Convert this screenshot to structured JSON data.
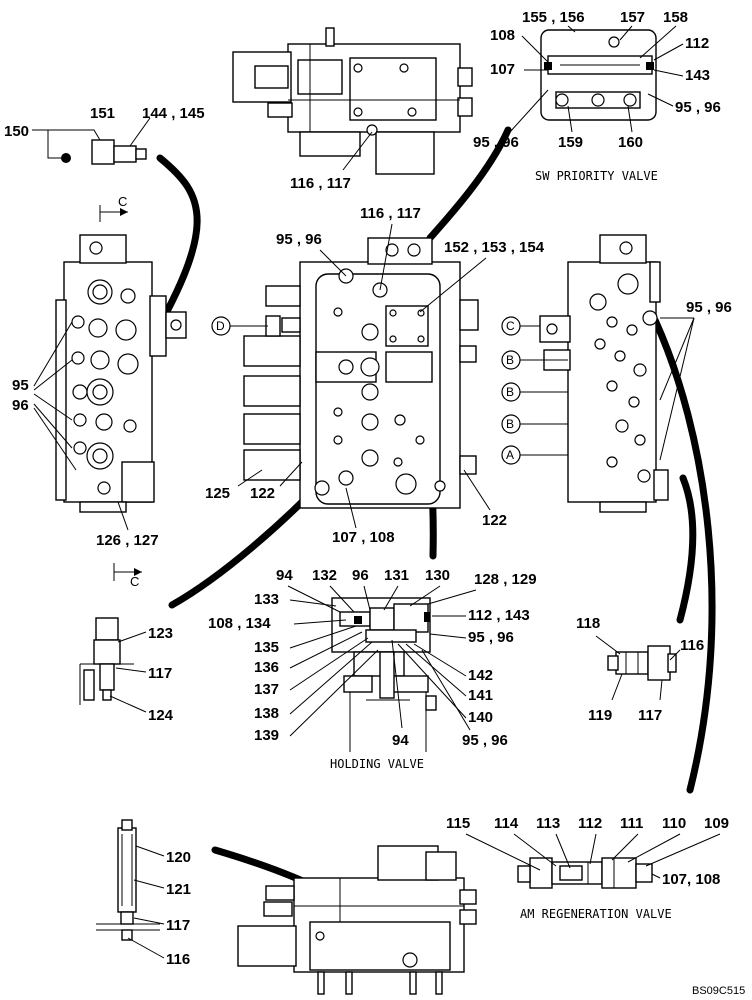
{
  "diagram": {
    "sheet_code": "BS09C515",
    "captions": {
      "sw_priority": "SW PRIORITY VALVE",
      "holding": "HOLDING VALVE",
      "am_regeneration": "AM REGENERATION VALVE"
    },
    "section_marks": {
      "upper": "C",
      "lower": "C"
    },
    "port_markers": {
      "left_view": [
        "D"
      ],
      "right_view": [
        "C",
        "B",
        "B",
        "B",
        "A"
      ]
    },
    "callouts": {
      "sw_priority": [
        "155 , 156",
        "157",
        "158",
        "108",
        "112",
        "107",
        "143",
        "95 , 96",
        "95 , 96",
        "159",
        "160"
      ],
      "top_view": [
        "116 , 117"
      ],
      "detail_150": [
        "150",
        "151",
        "144 , 145"
      ],
      "front_view": [
        "116 , 117",
        "95 , 96",
        "152 , 153 , 154",
        "125",
        "122",
        "122",
        "107 , 108"
      ],
      "left_view": [
        "95",
        "96",
        "126 , 127"
      ],
      "right_view": [
        "95 , 96"
      ],
      "detail_123": [
        "123",
        "117",
        "124"
      ],
      "holding_valve": [
        "94",
        "132",
        "96",
        "131",
        "130",
        "128 , 129",
        "133",
        "108 , 134",
        "112 , 143",
        "135",
        "95 , 96",
        "136",
        "142",
        "137",
        "141",
        "138",
        "140",
        "139",
        "94",
        "95 , 96"
      ],
      "detail_118": [
        "118",
        "116",
        "119",
        "117"
      ],
      "am_regeneration": [
        "115",
        "114",
        "113",
        "112",
        "111",
        "110",
        "109",
        "107, 108"
      ],
      "detail_120": [
        "120",
        "121",
        "117",
        "116"
      ]
    }
  }
}
